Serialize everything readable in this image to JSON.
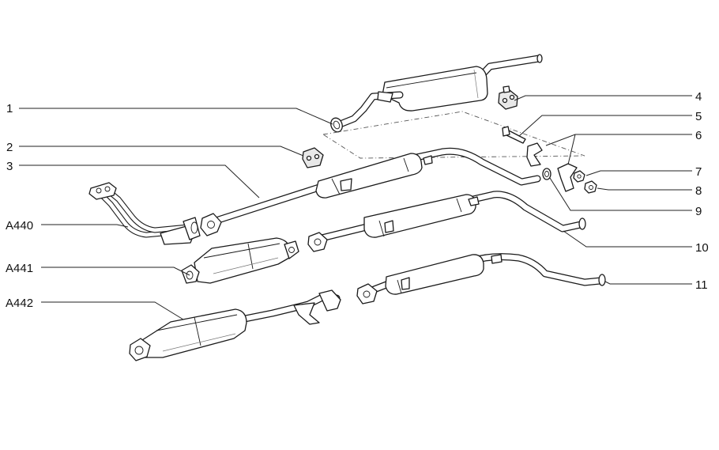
{
  "callouts": {
    "c1": "1",
    "c2": "2",
    "c3": "3",
    "c4": "4",
    "c5": "5",
    "c6": "6",
    "c7": "7",
    "c8": "8",
    "c9": "9",
    "c10": "10",
    "c11": "11",
    "a440": "A440",
    "a441": "A441",
    "a442": "A442"
  }
}
